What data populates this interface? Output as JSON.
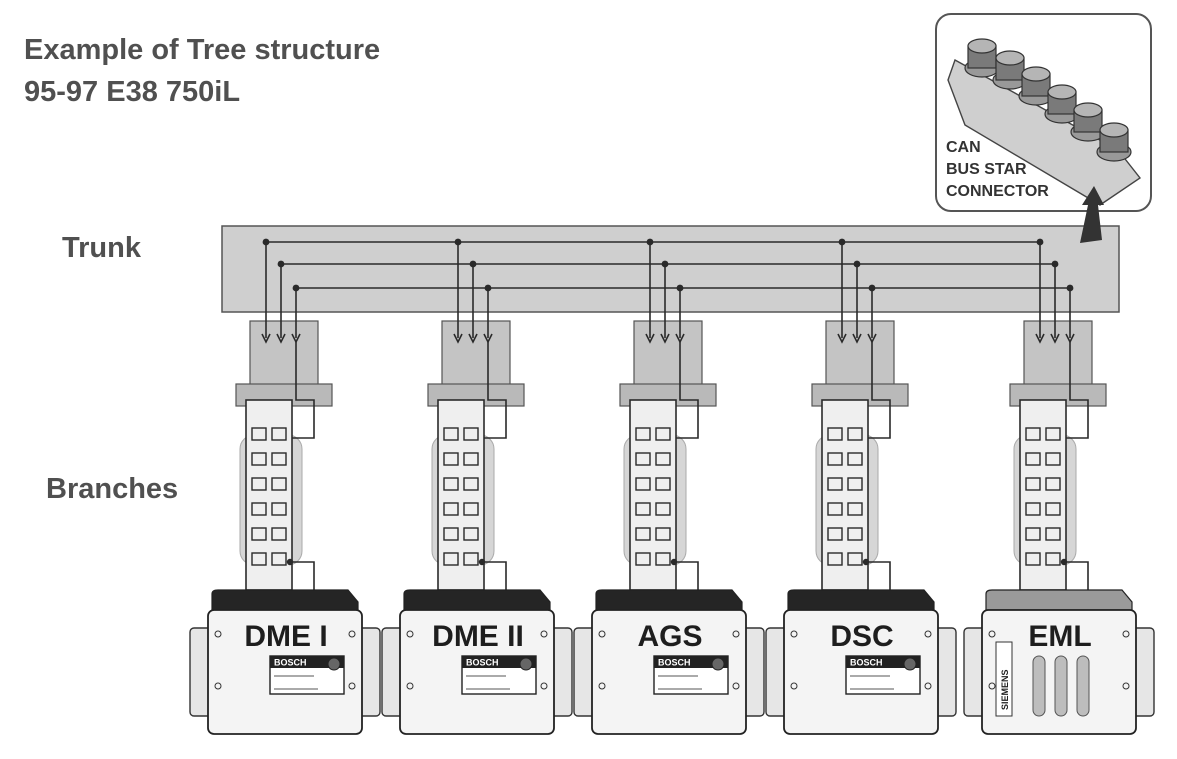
{
  "title": {
    "line1": "Example of Tree structure",
    "line2": "95-97 E38 750iL"
  },
  "labels": {
    "trunk": "Trunk",
    "branches": "Branches"
  },
  "inset": {
    "lines": [
      "CAN",
      "BUS STAR",
      "CONNECTOR"
    ]
  },
  "modules": [
    {
      "name": "DME I",
      "brand": "BOSCH",
      "type": "bosch"
    },
    {
      "name": "DME II",
      "brand": "BOSCH",
      "type": "bosch"
    },
    {
      "name": "AGS",
      "brand": "BOSCH",
      "type": "bosch"
    },
    {
      "name": "DSC",
      "brand": "BOSCH",
      "type": "bosch"
    },
    {
      "name": "EML",
      "brand": "SIEMENS",
      "type": "siemens"
    }
  ],
  "colors": {
    "trunk_fill": "#cfcfcf",
    "line": "#2a2a2a",
    "module_fill": "#f4f4f4"
  }
}
